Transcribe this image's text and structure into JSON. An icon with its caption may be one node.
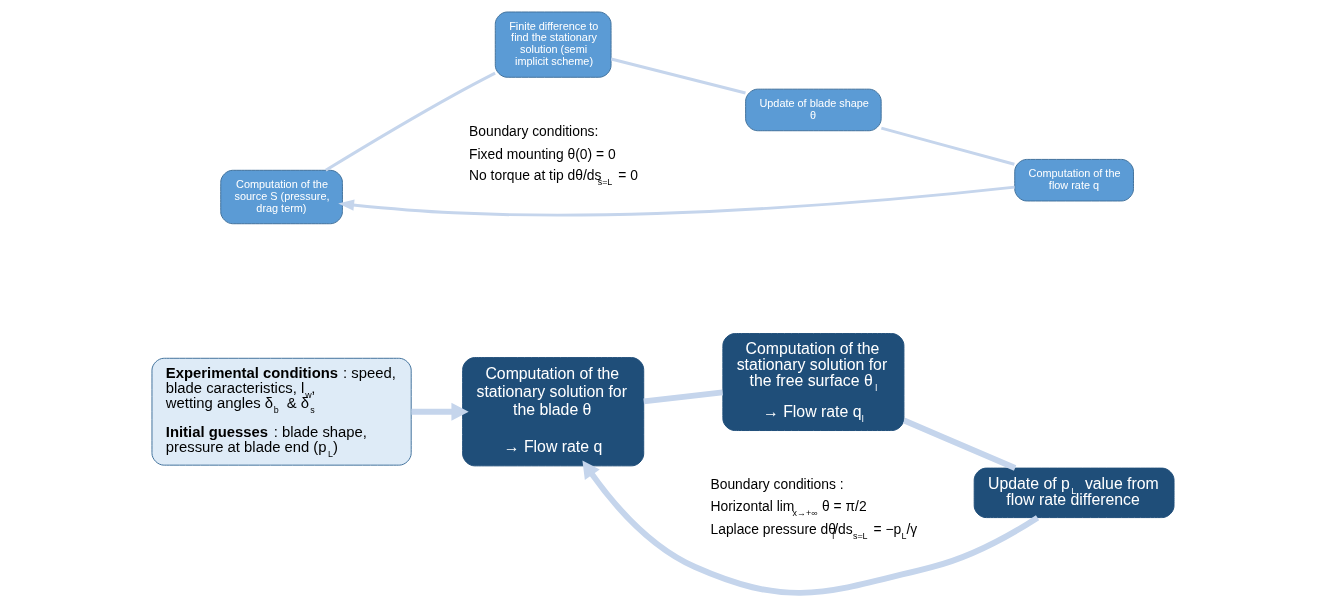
{
  "diagram": {
    "nodes": [
      {
        "text": [
          "**Experimental conditions** : speed, blade caracteristics, l$_{w}$, wetting angles δ$_{b}$ & δ$_{s}$",
          "**Initial guesses** : blade shape, pressure at blade end (p$_{L}$)"
        ]
      },
      {
        "text": [
          "Computation of the stationary solution for the blade θ",
          "→ Flow rate q"
        ]
      },
      {
        "text": [
          "Computation of the source S (pressure, drag term)"
        ]
      },
      {
        "text": [
          "Finite difference to find the stationary solution (semi implicit scheme)"
        ],
        "beside": [
          "Boundary conditions:",
          "Fixed mounting θ(0) = 0",
          "No torque at tip dθ/ds$_{s=L}$ = 0"
        ]
      },
      {
        "text": [
          "Update of blade shape θ"
        ]
      },
      {
        "text": [
          "Computation of the flow rate q"
        ]
      },
      {
        "text": [
          "Computation of the stationary solution for the free surface θ$_{l}$",
          "→ Flow rate q$_{l}$"
        ],
        "beside": [
          "Boundary conditions :",
          "Horizontal lim$_{x→+∞}$ θ = π/2",
          "Laplace pressure dθ$_{l}$/ds$_{s=L}$ = −p$_{L}$/γ"
        ]
      },
      {
        "text": [
          "Update of p$_{L}$ value from flow rate difference"
        ]
      }
    ],
    "edges": [
      {
        "from": 0,
        "to": 1,
        "arrow": "to",
        "style": "thick"
      },
      {
        "from": 1,
        "to": 6,
        "arrow": "none",
        "style": "thick"
      },
      {
        "from": 6,
        "to": 7,
        "arrow": "none",
        "style": "thick"
      },
      {
        "from": 7,
        "to": 1,
        "arrow": "to",
        "style": "thick"
      },
      {
        "from": 2,
        "to": 3,
        "arrow": "none"
      },
      {
        "from": 3,
        "to": 4,
        "arrow": "none"
      },
      {
        "from": 4,
        "to": 5,
        "arrow": "none"
      },
      {
        "from": 5,
        "to": 2,
        "arrow": "to"
      }
    ]
  }
}
